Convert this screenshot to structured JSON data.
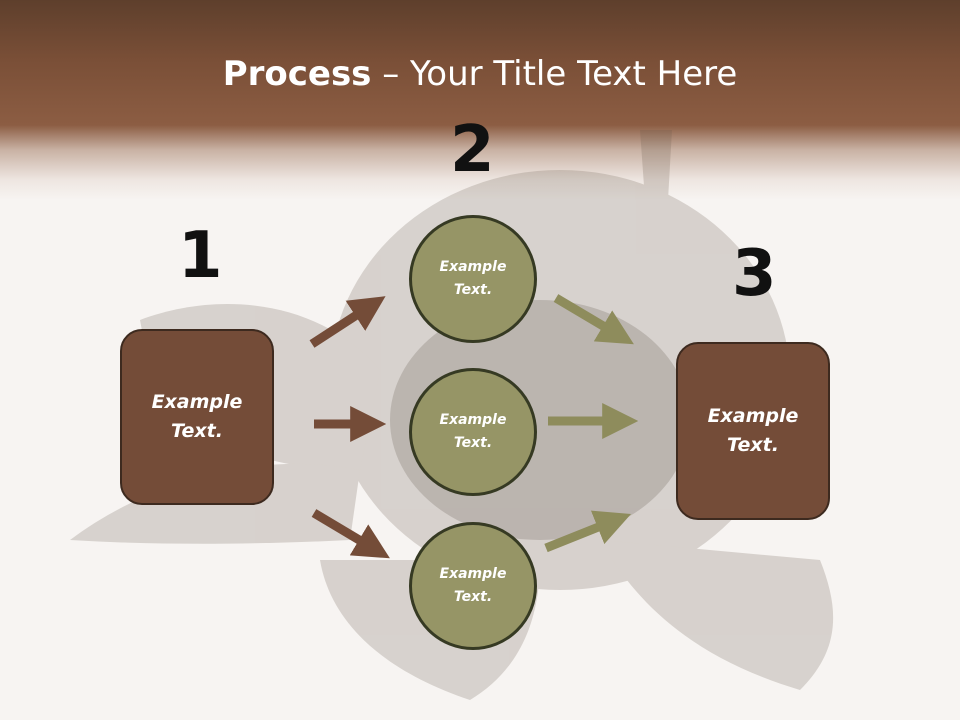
{
  "slide": {
    "title_bold": "Process",
    "title_rest": " – Your Title Text Here",
    "steps": [
      {
        "number": "1",
        "box_text": "Example Text."
      },
      {
        "number": "2"
      },
      {
        "number": "3",
        "box_text": "Example Text."
      }
    ],
    "circles": [
      {
        "text": "Example Text."
      },
      {
        "text": "Example Text."
      },
      {
        "text": "Example Text."
      }
    ]
  },
  "colors": {
    "header_brown": "#7a4f37",
    "box_brown": "#744c38",
    "circle_olive": "#969566",
    "arrow_brown": "#744c38",
    "arrow_olive": "#8e8c5c"
  }
}
